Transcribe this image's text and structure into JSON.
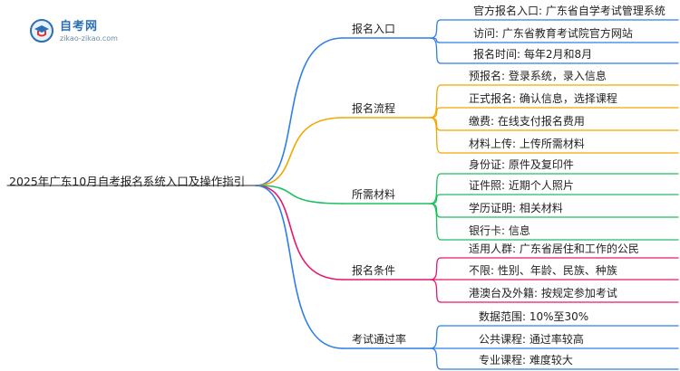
{
  "logo": {
    "title": "自考网",
    "url": "zikao-zikao.com"
  },
  "root": "2025年广东10月自考报名系统入口及操作指引",
  "branches": [
    {
      "label": "报名入口",
      "color": "#2f7fe6",
      "children": [
        "官方报名入口: 广东省自学考试管理系统",
        "访问: 广东省教育考试院官方网站",
        "报名时间: 每年2月和8月"
      ]
    },
    {
      "label": "报名流程",
      "color": "#f0a800",
      "children": [
        "预报名: 登录系统，录入信息",
        "正式报名: 确认信息，选择课程",
        "缴费: 在线支付报名费用",
        "材料上传: 上传所需材料"
      ]
    },
    {
      "label": "所需材料",
      "color": "#1fbf62",
      "children": [
        "身份证: 原件及复印件",
        "证件照: 近期个人照片",
        "学历证明: 相关材料",
        "银行卡: 信息"
      ]
    },
    {
      "label": "报名条件",
      "color": "#e5176e",
      "children": [
        "适用人群: 广东省居住和工作的公民",
        "不限: 性别、年龄、民族、种族",
        "港澳台及外籍: 按规定参加考试"
      ]
    },
    {
      "label": "考试通过率",
      "color": "#2f7fe6",
      "children": [
        "数据范围: 10%至30%",
        "公共课程: 通过率较高",
        "专业课程: 难度较大"
      ]
    }
  ]
}
